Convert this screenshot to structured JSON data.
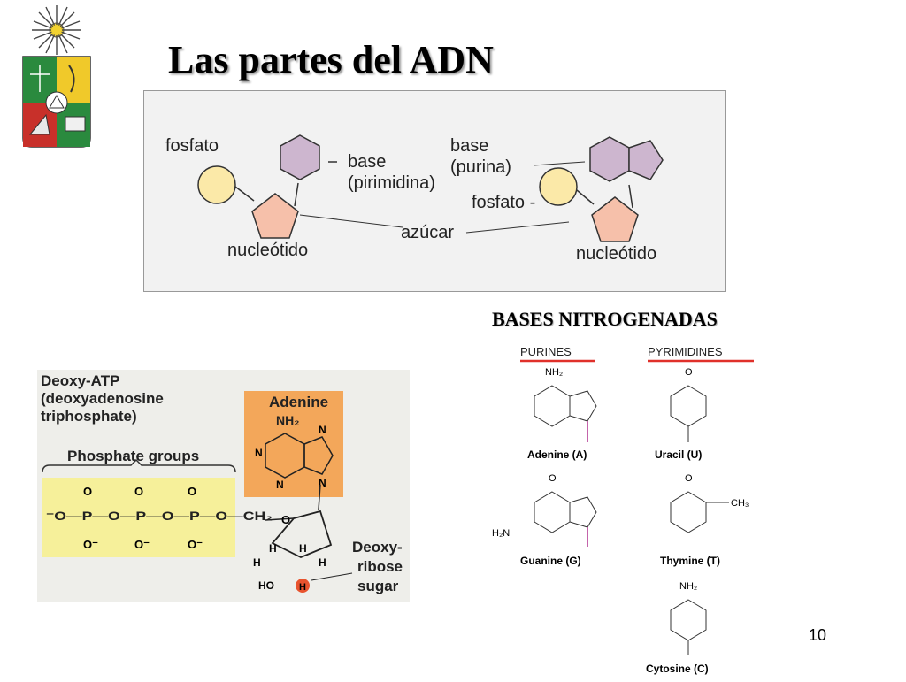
{
  "slide": {
    "title": "Las partes del ADN",
    "page_number": "10"
  },
  "nucleotide_diagram": {
    "left": {
      "phosphate_label": "fosfato",
      "base_label_line1": "base",
      "base_label_line2": "(pirimidina)",
      "nucleotide_label": "nucleótido"
    },
    "right": {
      "base_label_line1": "base",
      "base_label_line2": "(purina)",
      "phosphate_label": "fosfato -",
      "nucleotide_label": "nucleótido"
    },
    "sugar_label": "azúcar",
    "colors": {
      "phosphate": "#fbe9a8",
      "sugar": "#f6c0aa",
      "base": "#cdb6cf",
      "outline": "#333333"
    }
  },
  "atp_diagram": {
    "title_line1": "Deoxy-ATP",
    "title_line2": "(deoxyadenosine",
    "title_line3": "triphosphate)",
    "phosphate_groups_label": "Phosphate groups",
    "adenine_label": "Adenine",
    "amine_label": "NH₂",
    "ring_atom": "N",
    "sugar_label_line1": "Deoxy-",
    "sugar_label_line2": "ribose",
    "sugar_label_line3": "sugar",
    "phosphate_chain": "⁻O—P—O—P—O—P—O—CH₂",
    "oxygen": "O",
    "o_minus": "O⁻",
    "h": "H",
    "ho": "HO",
    "colors": {
      "phosphate_box": "#f6f09a",
      "adenine_box": "#f3a75a",
      "highlight_h": "#e8532e"
    }
  },
  "nitrogenous_bases": {
    "heading": "BASES NITROGENADAS",
    "purines_label": "PURINES",
    "pyrimidines_label": "PYRIMIDINES",
    "bases": [
      {
        "name": "Adenine (A)",
        "group": "purine",
        "substituent": "NH₂"
      },
      {
        "name": "Guanine (G)",
        "group": "purine",
        "substituent": "O",
        "amine": "H₂N"
      },
      {
        "name": "Uracil (U)",
        "group": "pyrimidine",
        "substituent": "O"
      },
      {
        "name": "Thymine (T)",
        "group": "pyrimidine",
        "substituent": "O",
        "methyl": "CH₃"
      },
      {
        "name": "Cytosine (C)",
        "group": "pyrimidine",
        "substituent": "NH₂"
      }
    ],
    "colors": {
      "underline": "#e0302a",
      "ring_numbers": "#3fa9d8",
      "n_highlight": "#b0308f"
    }
  }
}
